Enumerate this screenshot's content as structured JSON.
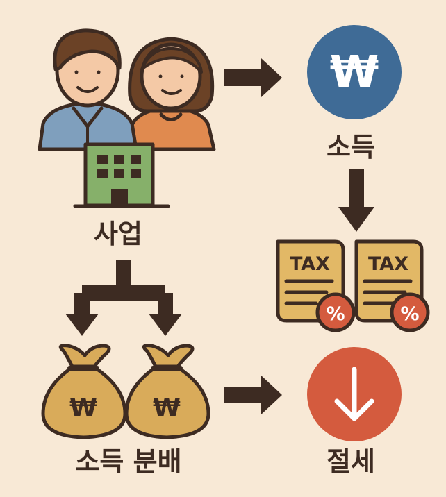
{
  "labels": {
    "business": "사업",
    "income": "소득",
    "income_splitting": "소득 분배",
    "tax_saving": "절세"
  },
  "symbols": {
    "currency": "₩",
    "tax_text": "TAX",
    "percent": "%"
  },
  "icons": [
    "couple-icon",
    "office-building-icon",
    "won-coin-icon",
    "tax-document-icon",
    "money-bag-icon",
    "down-arrow-icon"
  ],
  "colors": {
    "background": "#f8e9d6",
    "outline": "#3d2b22",
    "coin_blue": "#3f6b96",
    "building_green": "#86b06a",
    "document_yellow": "#e2b866",
    "badge_red": "#d45b3e",
    "bag_gold": "#d9ab5a",
    "man_shirt": "#7f9fbd",
    "woman_shirt": "#e08a4f"
  }
}
